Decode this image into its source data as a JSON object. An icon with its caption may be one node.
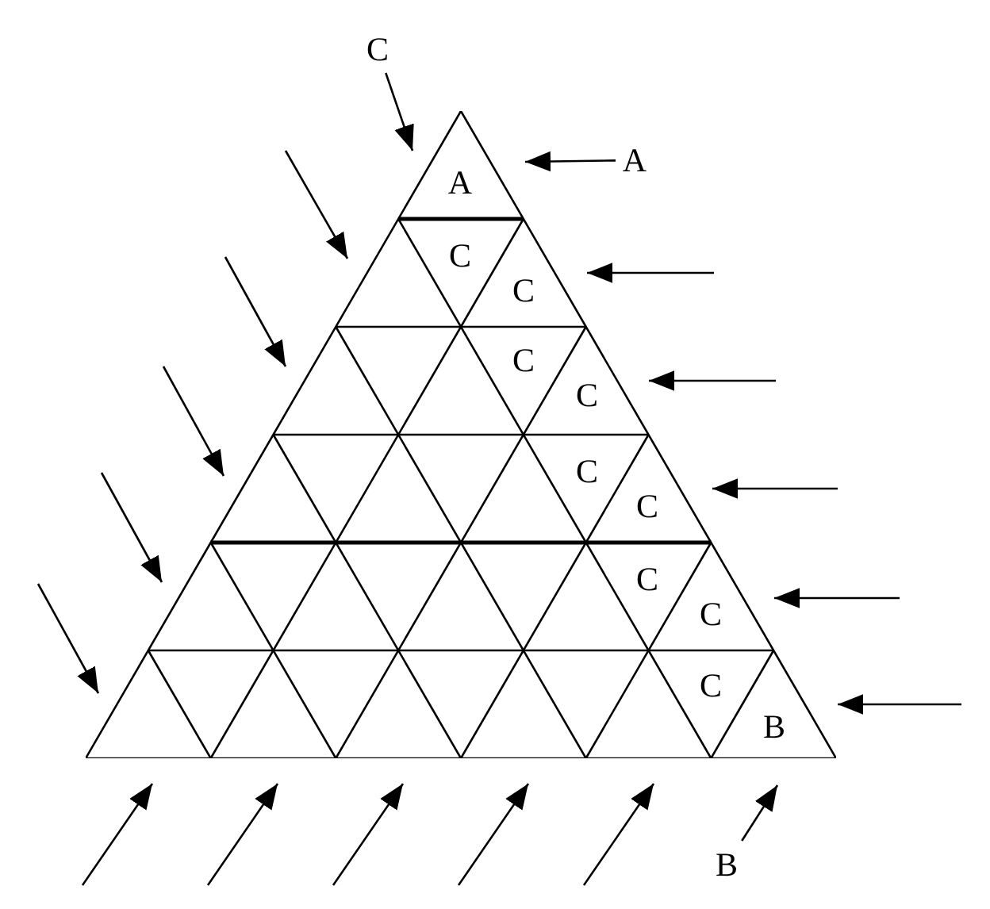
{
  "diagram": {
    "nodes": [
      {
        "text": [
          "C"
        ]
      },
      {
        "text": [
          "A"
        ]
      },
      {
        "text": [],
        "shape": "triangle"
      },
      {
        "text": [
          "B"
        ]
      }
    ],
    "edges": [
      {
        "from": 0,
        "to": 2,
        "arrow": "to"
      },
      {
        "from": null,
        "to": 2,
        "arrow": "to"
      },
      {
        "from": null,
        "to": 2,
        "arrow": "to"
      },
      {
        "from": null,
        "to": 2,
        "arrow": "to"
      },
      {
        "from": null,
        "to": 2,
        "arrow": "to"
      },
      {
        "from": null,
        "to": 2,
        "arrow": "to"
      },
      {
        "from": 1,
        "to": 2,
        "arrow": "to"
      },
      {
        "from": null,
        "to": 2,
        "arrow": "to"
      },
      {
        "from": null,
        "to": 2,
        "arrow": "to"
      },
      {
        "from": null,
        "to": 2,
        "arrow": "to"
      },
      {
        "from": null,
        "to": 2,
        "arrow": "to"
      },
      {
        "from": null,
        "to": 2,
        "arrow": "to"
      },
      {
        "from": null,
        "to": 2,
        "arrow": "to"
      },
      {
        "from": null,
        "to": 2,
        "arrow": "to"
      },
      {
        "from": null,
        "to": 2,
        "arrow": "to"
      },
      {
        "from": null,
        "to": 2,
        "arrow": "to"
      },
      {
        "from": null,
        "to": 2,
        "arrow": "to"
      },
      {
        "from": 3,
        "to": 2,
        "arrow": "to"
      }
    ],
    "labels": [
      "A",
      "C",
      "C",
      "C",
      "C",
      "C",
      "C",
      "C",
      "C",
      "C",
      "B"
    ]
  }
}
